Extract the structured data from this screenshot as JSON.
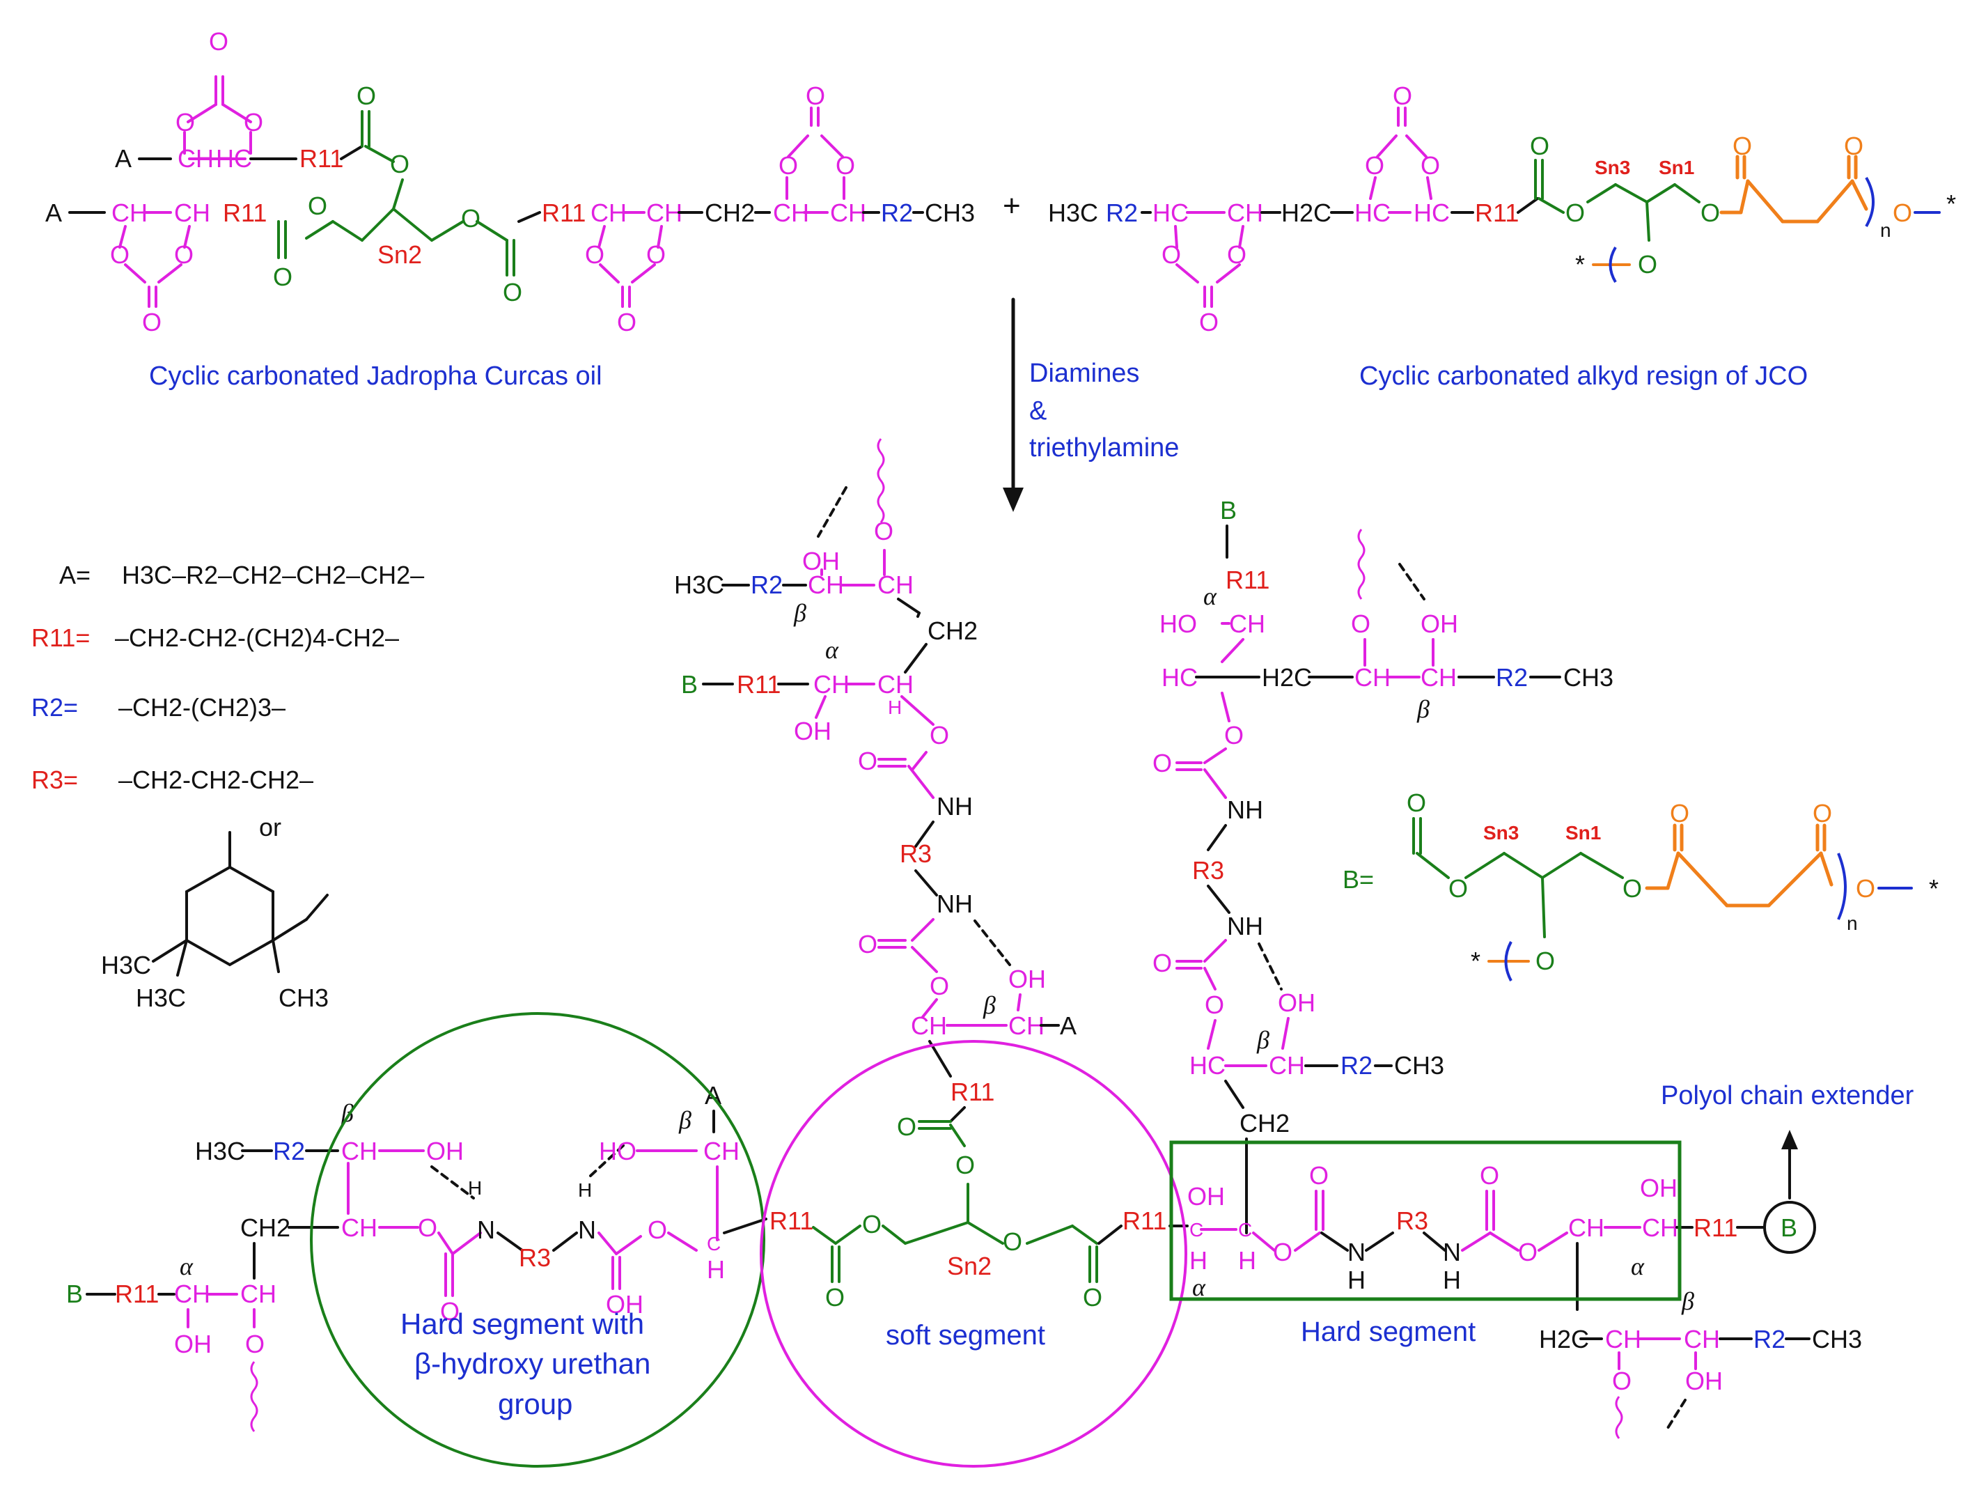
{
  "reaction": {
    "reagent_line1": "Diamines",
    "reagent_line2": "&",
    "reagent_line3": "triethylamine",
    "plus": "+"
  },
  "captions": {
    "reactant1": "Cyclic carbonated Jadropha Curcas oil",
    "reactant2": "Cyclic carbonated alkyd resign of JCO"
  },
  "legend": {
    "A_label": "A=",
    "A_formula": "H3C–R2–CH2–CH2–CH2–",
    "R11_label": "R11=",
    "R11_formula": "–CH2-CH2-(CH2)4-CH2–",
    "R2_label": "R2=",
    "R2_formula": "–CH2-(CH2)3–",
    "R3_label": "R3=",
    "R3_formula": "–CH2-CH2-CH2–",
    "or": "or",
    "B_label": "B="
  },
  "segments": {
    "hard_beta_line1": "Hard segment with",
    "hard_beta_line2": "β-hydroxy urethan",
    "hard_beta_line3": "group",
    "soft": "soft segment",
    "hard": "Hard segment",
    "polyol": "Polyol chain extender"
  },
  "atoms": {
    "sn1": "Sn1",
    "sn2": "Sn2",
    "sn3": "Sn3",
    "alpha": "α",
    "beta": "β",
    "A": "A",
    "B": "B",
    "n": "n",
    "star": "*",
    "O": "O",
    "OH": "OH",
    "NH": "NH",
    "H": "H",
    "N": "N",
    "R11": "R11",
    "R2": "R2",
    "R3": "R3",
    "CH": "CH",
    "HC": "HC",
    "CH2": "CH2",
    "CH3": "CH3",
    "H3C": "H3C",
    "H2C": "H2C"
  },
  "colors": {
    "black": "#111111",
    "magenta": "#e020e0",
    "green": "#1a7f1a",
    "red": "#e0201c",
    "blue": "#1c2fd0",
    "orange": "#f07f1a"
  }
}
